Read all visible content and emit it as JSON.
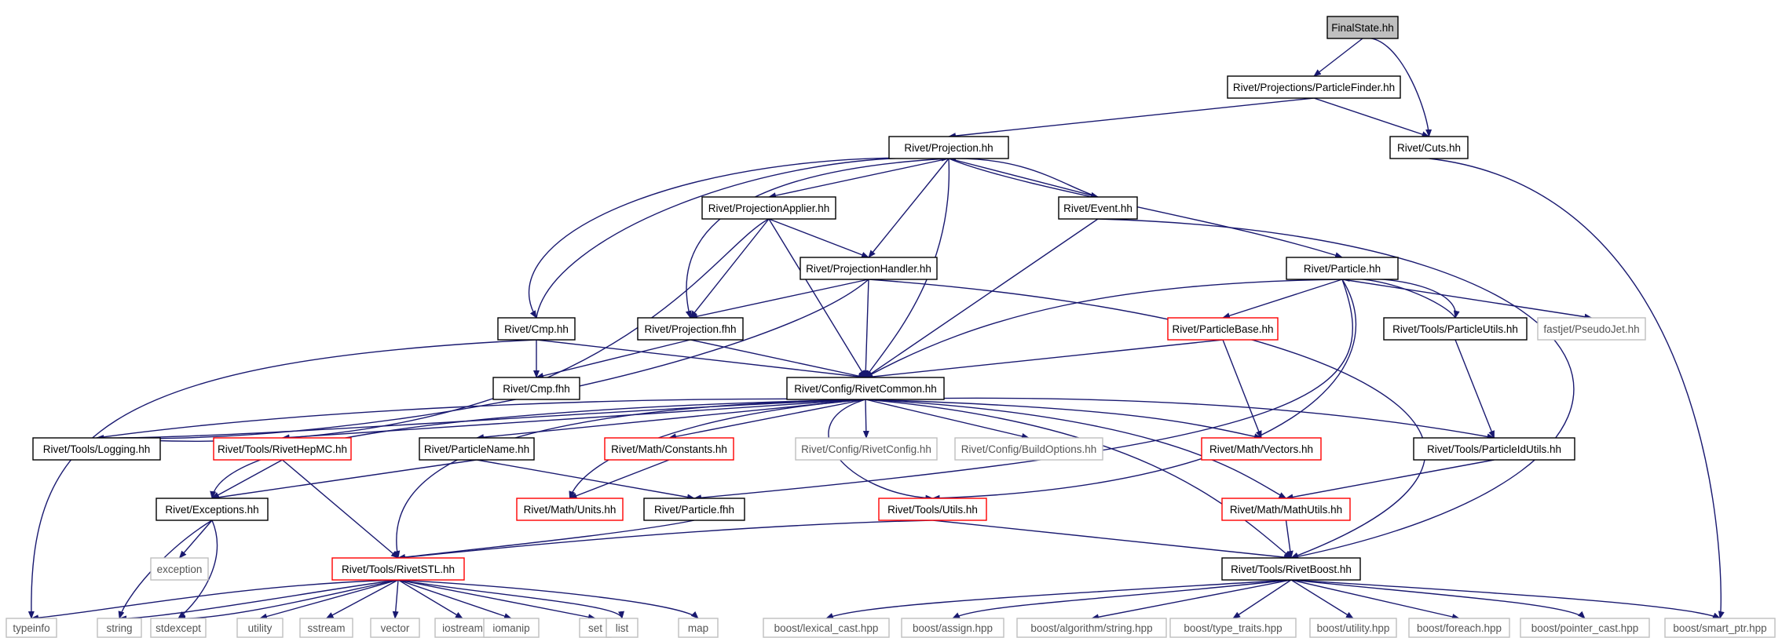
{
  "colors": {
    "edge": "#191970",
    "root_fill": "#bfbfbf",
    "normal_border": "#000000",
    "incomplete_border": "#ff0000",
    "external_border": "#bfbfbf"
  },
  "nodes": [
    {
      "id": "finalstate",
      "label": "FinalState.hh",
      "kind": "root"
    },
    {
      "id": "particlefinder",
      "label": "Rivet/Projections/ParticleFinder.hh",
      "kind": "normal"
    },
    {
      "id": "projection",
      "label": "Rivet/Projection.hh",
      "kind": "normal"
    },
    {
      "id": "cuts",
      "label": "Rivet/Cuts.hh",
      "kind": "normal"
    },
    {
      "id": "projapplier",
      "label": "Rivet/ProjectionApplier.hh",
      "kind": "normal"
    },
    {
      "id": "event",
      "label": "Rivet/Event.hh",
      "kind": "normal"
    },
    {
      "id": "projhandler",
      "label": "Rivet/ProjectionHandler.hh",
      "kind": "normal"
    },
    {
      "id": "particle",
      "label": "Rivet/Particle.hh",
      "kind": "normal"
    },
    {
      "id": "cmp",
      "label": "Rivet/Cmp.hh",
      "kind": "normal"
    },
    {
      "id": "projfhh",
      "label": "Rivet/Projection.fhh",
      "kind": "normal"
    },
    {
      "id": "particlebase",
      "label": "Rivet/ParticleBase.hh",
      "kind": "red"
    },
    {
      "id": "particleutils",
      "label": "Rivet/Tools/ParticleUtils.hh",
      "kind": "normal"
    },
    {
      "id": "pseudojet",
      "label": "fastjet/PseudoJet.hh",
      "kind": "gray"
    },
    {
      "id": "cmpfhh",
      "label": "Rivet/Cmp.fhh",
      "kind": "normal"
    },
    {
      "id": "rivetcommon",
      "label": "Rivet/Config/RivetCommon.hh",
      "kind": "normal"
    },
    {
      "id": "logging",
      "label": "Rivet/Tools/Logging.hh",
      "kind": "normal"
    },
    {
      "id": "rivethepmc",
      "label": "Rivet/Tools/RivetHepMC.hh",
      "kind": "red"
    },
    {
      "id": "particlename",
      "label": "Rivet/ParticleName.hh",
      "kind": "normal"
    },
    {
      "id": "constants",
      "label": "Rivet/Math/Constants.hh",
      "kind": "red"
    },
    {
      "id": "rivetconfig",
      "label": "Rivet/Config/RivetConfig.hh",
      "kind": "gray"
    },
    {
      "id": "buildoptions",
      "label": "Rivet/Config/BuildOptions.hh",
      "kind": "gray"
    },
    {
      "id": "vectors",
      "label": "Rivet/Math/Vectors.hh",
      "kind": "red"
    },
    {
      "id": "particleidutils",
      "label": "Rivet/Tools/ParticleIdUtils.hh",
      "kind": "normal"
    },
    {
      "id": "exceptions",
      "label": "Rivet/Exceptions.hh",
      "kind": "normal"
    },
    {
      "id": "units",
      "label": "Rivet/Math/Units.hh",
      "kind": "red"
    },
    {
      "id": "particlefhh",
      "label": "Rivet/Particle.fhh",
      "kind": "normal"
    },
    {
      "id": "utils",
      "label": "Rivet/Tools/Utils.hh",
      "kind": "red"
    },
    {
      "id": "mathutils",
      "label": "Rivet/Math/MathUtils.hh",
      "kind": "red"
    },
    {
      "id": "exception",
      "label": "exception",
      "kind": "gray"
    },
    {
      "id": "rivetstl",
      "label": "Rivet/Tools/RivetSTL.hh",
      "kind": "red"
    },
    {
      "id": "rivetboost",
      "label": "Rivet/Tools/RivetBoost.hh",
      "kind": "normal"
    },
    {
      "id": "typeinfo",
      "label": "typeinfo",
      "kind": "gray"
    },
    {
      "id": "string",
      "label": "string",
      "kind": "gray"
    },
    {
      "id": "stdexcept",
      "label": "stdexcept",
      "kind": "gray"
    },
    {
      "id": "utility",
      "label": "utility",
      "kind": "gray"
    },
    {
      "id": "sstream",
      "label": "sstream",
      "kind": "gray"
    },
    {
      "id": "vector",
      "label": "vector",
      "kind": "gray"
    },
    {
      "id": "iostream",
      "label": "iostream",
      "kind": "gray"
    },
    {
      "id": "iomanip",
      "label": "iomanip",
      "kind": "gray"
    },
    {
      "id": "set",
      "label": "set",
      "kind": "gray"
    },
    {
      "id": "list",
      "label": "list",
      "kind": "gray"
    },
    {
      "id": "map",
      "label": "map",
      "kind": "gray"
    },
    {
      "id": "lexicalcast",
      "label": "boost/lexical_cast.hpp",
      "kind": "gray"
    },
    {
      "id": "assign",
      "label": "boost/assign.hpp",
      "kind": "gray"
    },
    {
      "id": "algostring",
      "label": "boost/algorithm/string.hpp",
      "kind": "gray"
    },
    {
      "id": "typetraits",
      "label": "boost/type_traits.hpp",
      "kind": "gray"
    },
    {
      "id": "butility",
      "label": "boost/utility.hpp",
      "kind": "gray"
    },
    {
      "id": "foreach",
      "label": "boost/foreach.hpp",
      "kind": "gray"
    },
    {
      "id": "pointercast",
      "label": "boost/pointer_cast.hpp",
      "kind": "gray"
    },
    {
      "id": "smartptr",
      "label": "boost/smart_ptr.hpp",
      "kind": "gray"
    }
  ],
  "edges": [
    [
      "finalstate",
      "particlefinder"
    ],
    [
      "finalstate",
      "cuts"
    ],
    [
      "particlefinder",
      "projection"
    ],
    [
      "particlefinder",
      "cuts"
    ],
    [
      "cuts",
      "smartptr"
    ],
    [
      "projection",
      "projapplier"
    ],
    [
      "projection",
      "event"
    ],
    [
      "projection",
      "projhandler"
    ],
    [
      "projection",
      "particle"
    ],
    [
      "projection",
      "cmp"
    ],
    [
      "projection",
      "projfhh"
    ],
    [
      "projection",
      "rivetcommon"
    ],
    [
      "projapplier",
      "projhandler"
    ],
    [
      "projapplier",
      "projfhh"
    ],
    [
      "projapplier",
      "rivetcommon"
    ],
    [
      "projapplier",
      "logging"
    ],
    [
      "event",
      "projection"
    ],
    [
      "event",
      "rivetcommon"
    ],
    [
      "event",
      "rivetboost"
    ],
    [
      "projhandler",
      "projfhh"
    ],
    [
      "projhandler",
      "rivetcommon"
    ],
    [
      "projhandler",
      "logging"
    ],
    [
      "projhandler",
      "rivetboost"
    ],
    [
      "particle",
      "rivetcommon"
    ],
    [
      "particle",
      "particlebase"
    ],
    [
      "particle",
      "particleutils"
    ],
    [
      "particle",
      "pseudojet"
    ],
    [
      "particle",
      "particlefhh"
    ],
    [
      "particle",
      "utils"
    ],
    [
      "cmp",
      "projection"
    ],
    [
      "cmp",
      "cmpfhh"
    ],
    [
      "cmp",
      "rivetcommon"
    ],
    [
      "cmp",
      "typeinfo"
    ],
    [
      "projfhh",
      "cmpfhh"
    ],
    [
      "projfhh",
      "rivetcommon"
    ],
    [
      "particlebase",
      "rivetcommon"
    ],
    [
      "particlebase",
      "vectors"
    ],
    [
      "particleutils",
      "particle"
    ],
    [
      "particleutils",
      "particleidutils"
    ],
    [
      "rivetcommon",
      "logging"
    ],
    [
      "rivetcommon",
      "rivethepmc"
    ],
    [
      "rivetcommon",
      "particlename"
    ],
    [
      "rivetcommon",
      "constants"
    ],
    [
      "rivetcommon",
      "rivetconfig"
    ],
    [
      "rivetcommon",
      "buildoptions"
    ],
    [
      "rivetcommon",
      "vectors"
    ],
    [
      "rivetcommon",
      "particleidutils"
    ],
    [
      "rivetcommon",
      "exceptions"
    ],
    [
      "rivetcommon",
      "units"
    ],
    [
      "rivetcommon",
      "utils"
    ],
    [
      "rivetcommon",
      "mathutils"
    ],
    [
      "rivetcommon",
      "rivetstl"
    ],
    [
      "rivetcommon",
      "rivetboost"
    ],
    [
      "logging",
      "rivetcommon"
    ],
    [
      "rivethepmc",
      "exceptions"
    ],
    [
      "rivethepmc",
      "rivetstl"
    ],
    [
      "particlename",
      "exceptions"
    ],
    [
      "particlename",
      "particlefhh"
    ],
    [
      "constants",
      "units"
    ],
    [
      "particleidutils",
      "mathutils"
    ],
    [
      "exceptions",
      "exception"
    ],
    [
      "exceptions",
      "string"
    ],
    [
      "exceptions",
      "stdexcept"
    ],
    [
      "particlefhh",
      "rivetstl"
    ],
    [
      "utils",
      "rivetstl"
    ],
    [
      "utils",
      "rivetboost"
    ],
    [
      "mathutils",
      "rivetboost"
    ],
    [
      "rivetstl",
      "typeinfo"
    ],
    [
      "rivetstl",
      "string"
    ],
    [
      "rivetstl",
      "stdexcept"
    ],
    [
      "rivetstl",
      "utility"
    ],
    [
      "rivetstl",
      "sstream"
    ],
    [
      "rivetstl",
      "vector"
    ],
    [
      "rivetstl",
      "iostream"
    ],
    [
      "rivetstl",
      "iomanip"
    ],
    [
      "rivetstl",
      "set"
    ],
    [
      "rivetstl",
      "list"
    ],
    [
      "rivetstl",
      "map"
    ],
    [
      "rivetboost",
      "lexicalcast"
    ],
    [
      "rivetboost",
      "assign"
    ],
    [
      "rivetboost",
      "algostring"
    ],
    [
      "rivetboost",
      "typetraits"
    ],
    [
      "rivetboost",
      "butility"
    ],
    [
      "rivetboost",
      "foreach"
    ],
    [
      "rivetboost",
      "pointercast"
    ],
    [
      "rivetboost",
      "smartptr"
    ]
  ]
}
